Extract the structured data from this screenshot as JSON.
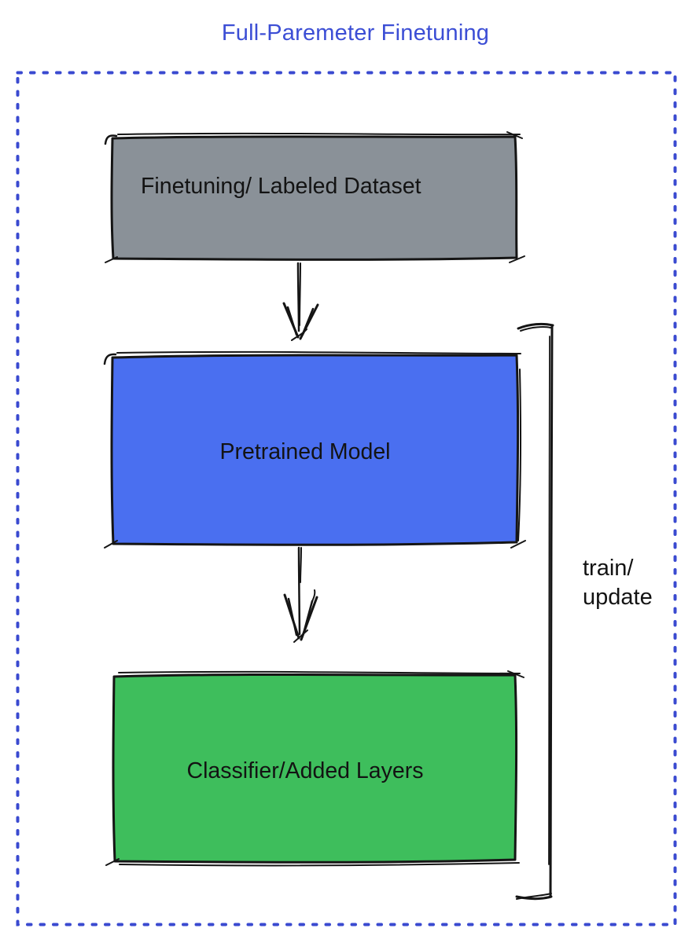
{
  "title": {
    "text": "Full-Paremeter Finetuning",
    "color": "#3C4ED5"
  },
  "boundary": {
    "style": "dotted",
    "color": "#3A4AD0"
  },
  "diagram": {
    "type": "flowchart",
    "ink_color": "#151515",
    "nodes": [
      {
        "id": "finetuning-dataset",
        "label": "Finetuning/ Labeled Dataset",
        "fill": "#8A9198"
      },
      {
        "id": "pretrained-model",
        "label": "Pretrained Model",
        "fill": "#4A6FF0"
      },
      {
        "id": "classifier-added-layers",
        "label": "Classifier/Added Layers",
        "fill": "#3EBE5C"
      }
    ],
    "edges": [
      {
        "from": "finetuning-dataset",
        "to": "pretrained-model",
        "type": "arrow-down"
      },
      {
        "from": "pretrained-model",
        "to": "classifier-added-layers",
        "type": "arrow-down"
      }
    ],
    "bracket": {
      "label_line1": "train/",
      "label_line2": "update",
      "spans": [
        "pretrained-model",
        "classifier-added-layers"
      ]
    }
  }
}
